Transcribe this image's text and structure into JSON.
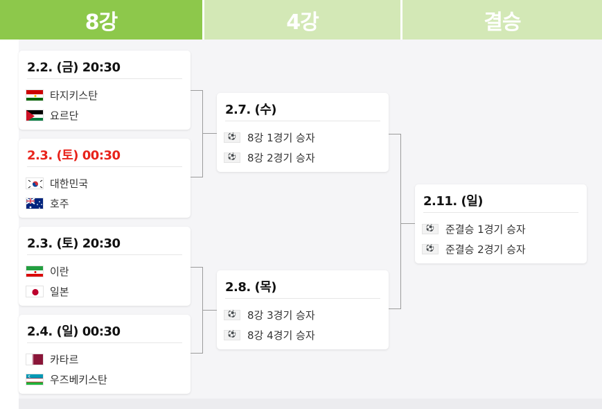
{
  "rounds": [
    {
      "label": "8강"
    },
    {
      "label": "4강"
    },
    {
      "label": "결승"
    }
  ],
  "quarterfinals": [
    {
      "date": "2.2. (금) 20:30",
      "home": {
        "name": "타지키스탄",
        "flag": "tajikistan-flag"
      },
      "away": {
        "name": "요르단",
        "flag": "jordan-flag"
      }
    },
    {
      "date": "2.3. (토) 00:30",
      "date_color": "#e8231b",
      "home": {
        "name": "대한민국",
        "flag": "south-korea-flag"
      },
      "away": {
        "name": "호주",
        "flag": "australia-flag"
      }
    },
    {
      "date": "2.3. (토) 20:30",
      "home": {
        "name": "이란",
        "flag": "iran-flag"
      },
      "away": {
        "name": "일본",
        "flag": "japan-flag"
      }
    },
    {
      "date": "2.4. (일) 00:30",
      "home": {
        "name": "카타르",
        "flag": "qatar-flag"
      },
      "away": {
        "name": "우즈베키스탄",
        "flag": "uzbekistan-flag"
      }
    }
  ],
  "semifinals": [
    {
      "date": "2.7. (수)",
      "home": {
        "name": "8강 1경기 승자",
        "icon": "soccer-ball-icon"
      },
      "away": {
        "name": "8강 2경기 승자",
        "icon": "soccer-ball-icon"
      }
    },
    {
      "date": "2.8. (목)",
      "home": {
        "name": "8강 3경기 승자",
        "icon": "soccer-ball-icon"
      },
      "away": {
        "name": "8강 4경기 승자",
        "icon": "soccer-ball-icon"
      }
    }
  ],
  "final": {
    "date": "2.11. (일)",
    "home": {
      "name": "준결승 1경기 승자",
      "icon": "soccer-ball-icon"
    },
    "away": {
      "name": "준결승 2경기 승자",
      "icon": "soccer-ball-icon"
    }
  },
  "colors": {
    "active_tab": "#8dc84b",
    "inactive_tab": "#d3e8b6",
    "live_date": "#e8231b",
    "connector": "#9b9b9b"
  }
}
